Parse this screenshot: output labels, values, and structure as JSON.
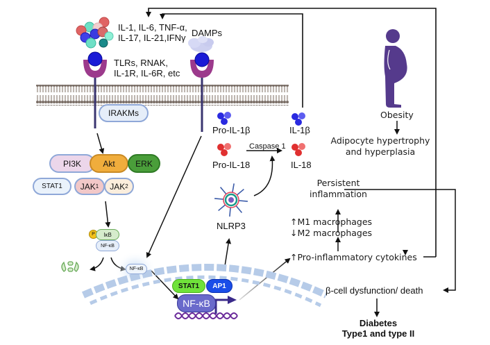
{
  "figure": {
    "title": "Inflammatory signaling pathways linking obesity to diabetes"
  },
  "ligands": {
    "cytokines_line1": "IL-1, IL-6, TNF-α,",
    "cytokines_line2": "IL-17, IL-21,IFNγ",
    "damps": "DAMPs",
    "receptors_line1": "TLRs, RNAK,",
    "receptors_line2": "IL-1R, IL-6R, etc"
  },
  "signaling": {
    "irakms": "IRAKMs",
    "pi3k": "PI3K",
    "akt": "Akt",
    "erk": "ERK",
    "stat1": "STAT1",
    "jak1": "JAK",
    "jak1_sub": "1",
    "jak2": "JAK",
    "jak2_sub": "2",
    "phospho": "P",
    "ikb": "IκB",
    "nfkb_complex": "NF-κB",
    "nfkb_free": "NF-κB"
  },
  "nucleus": {
    "stat1": "STAT1",
    "ap1": "AP1",
    "nfkb": "NF-κB"
  },
  "inflammasome": {
    "pro_il1b": "Pro-IL-1β",
    "pro_il18": "Pro-IL-18",
    "caspase": "Caspase 1",
    "il1b": "IL-1β",
    "il18": "IL-18",
    "nlrp3": "NLRP3"
  },
  "pathway": {
    "obesity": "Obesity",
    "adipocyte_line1": "Adipocyte hypertrophy",
    "adipocyte_line2": "and hyperplasia",
    "persistent_line1": "Persistent",
    "persistent_line2": "inflammation",
    "m1": "↑M1 macrophages",
    "m2": "↓M2 macrophages",
    "cytokines": "↑Pro-inflammatory cytokines",
    "beta_cell": "β-cell dysfunction/ death",
    "diabetes_line1": "Diabetes",
    "diabetes_line2": "Type1 and type II"
  },
  "colors": {
    "receptor": "#9c3a8c",
    "ligand_blue": "#1a1ad6",
    "obesity_figure": "#553a8c",
    "akt": "#f0ad3c",
    "erk": "#4a9e3a",
    "pi3k": "#ecd6ea",
    "stat1_nuc": "#6fe23a",
    "ap1": "#1a4de8",
    "nfkb_nuc": "#6a6acb",
    "membrane": "#7a6e66",
    "il1b": "#2a2ae0",
    "il18": "#e03030"
  }
}
